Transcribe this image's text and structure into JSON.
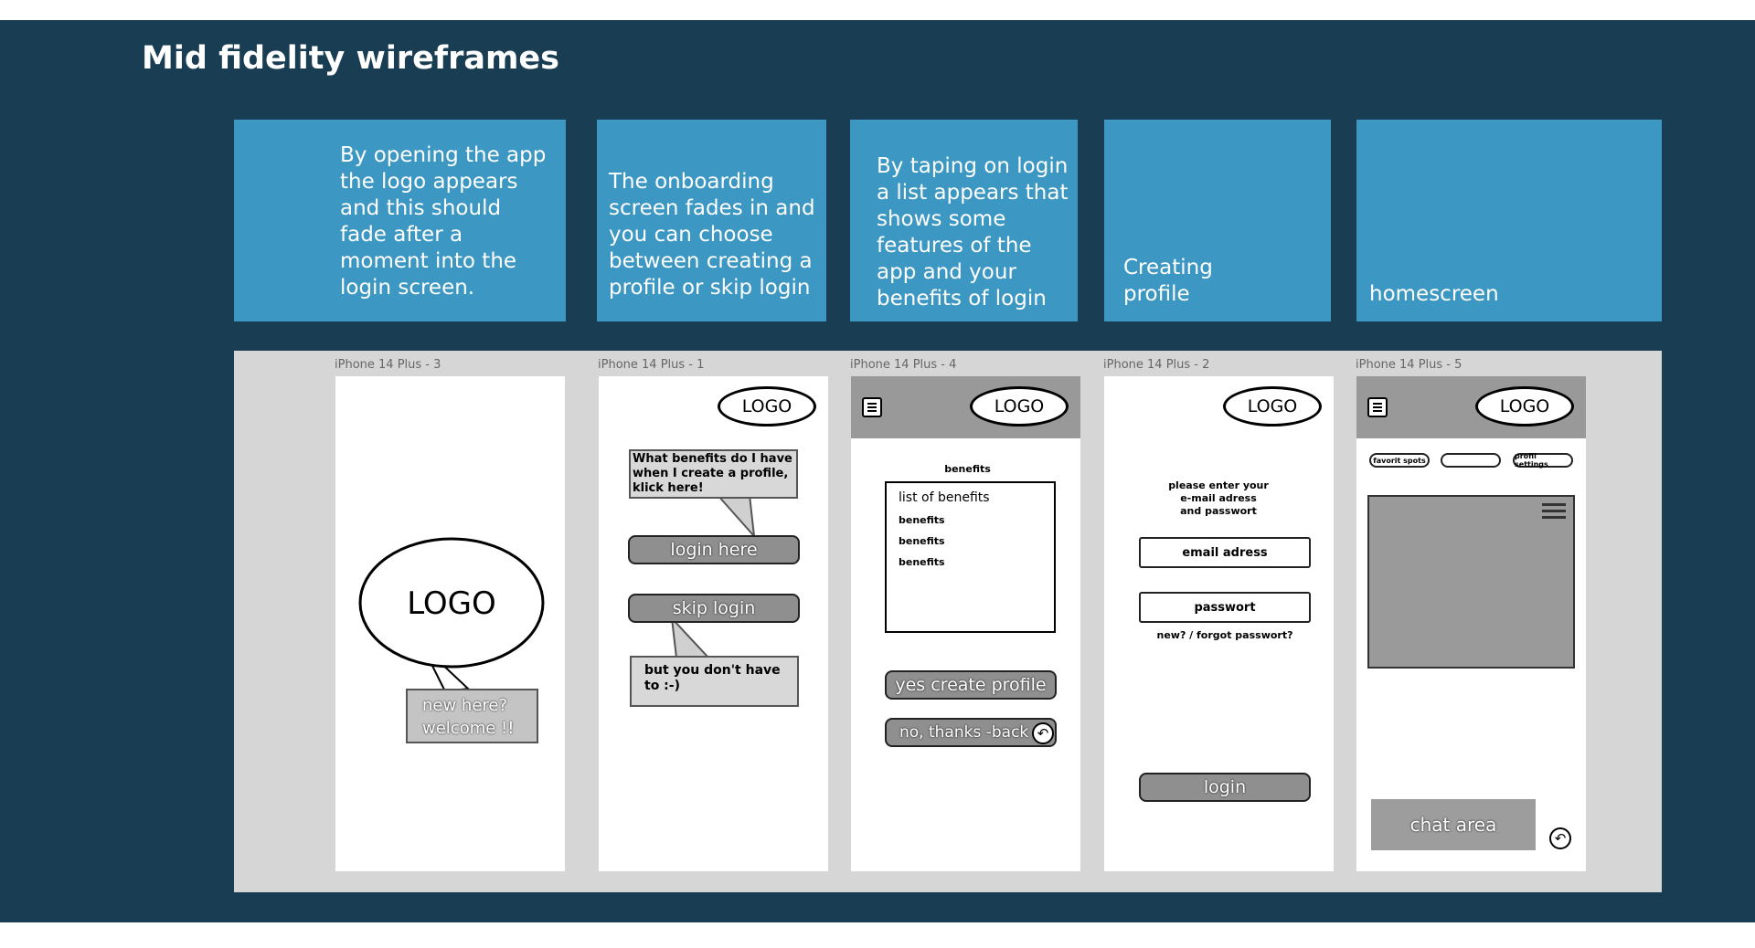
{
  "title": "Mid fidelity wireframes",
  "cards": [
    "By opening the app the logo appears and this should fade after a moment into the login screen.",
    "The onboarding screen fades in and you can choose between creating a profile or skip login",
    "By taping on login a list appears that shows some features of the app and your benefits of login",
    "Creating profile",
    "homescreen"
  ],
  "frames": [
    {
      "label": "iPhone 14 Plus - 3",
      "logo": "LOGO",
      "bubble": "new here? welcome !!"
    },
    {
      "label": "iPhone 14 Plus - 1",
      "logo": "LOGO",
      "bubble_top": "What benefits do I have when I create a profile, klick here!",
      "login_button": "login here",
      "skip_button": "skip login",
      "bubble_bottom": "but you don't have to :-)"
    },
    {
      "label": "iPhone 14 Plus - 4",
      "logo": "LOGO",
      "heading": "benefits",
      "list_title": "list of benefits",
      "list_items": [
        "benefits",
        "benefits",
        "benefits"
      ],
      "create_button": "yes create profile",
      "back_button": "no, thanks -back"
    },
    {
      "label": "iPhone 14 Plus - 2",
      "logo": "LOGO",
      "prompt": "please enter your e-mail adress and passwort",
      "email_field": "email adress",
      "password_field": "passwort",
      "forgot_link": "new? / forgot passwort?",
      "login_button": "login"
    },
    {
      "label": "iPhone 14 Plus - 5",
      "logo": "LOGO",
      "chips": [
        "favorit spots",
        "",
        "profil settings"
      ],
      "chat_button": "chat area"
    }
  ]
}
